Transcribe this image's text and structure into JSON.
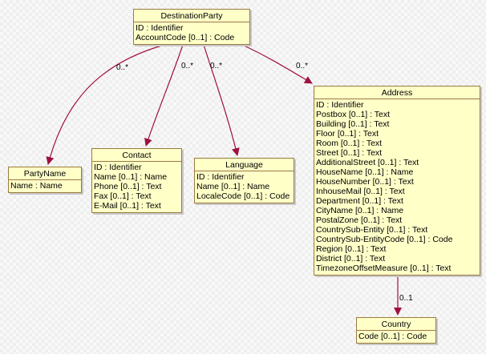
{
  "diagram": {
    "colors": {
      "class_fill": "#ffffc8",
      "class_border": "#9a7a40",
      "edge": "#a01040"
    },
    "classes": [
      {
        "id": "destinationparty",
        "name": "DestinationParty",
        "attributes": [
          "ID : Identifier",
          "AccountCode [0..1] : Code"
        ]
      },
      {
        "id": "partyname",
        "name": "PartyName",
        "attributes": [
          "Name : Name"
        ]
      },
      {
        "id": "contact",
        "name": "Contact",
        "attributes": [
          "ID : Identifier",
          "Name [0..1] : Name",
          "Phone [0..1] : Text",
          "Fax [0..1] : Text",
          "E-Mail [0..1] : Text"
        ]
      },
      {
        "id": "language",
        "name": "Language",
        "attributes": [
          "ID : Identifier",
          "Name [0..1] : Name",
          "LocaleCode [0..1] : Code"
        ]
      },
      {
        "id": "address",
        "name": "Address",
        "attributes": [
          "ID : Identifier",
          "Postbox [0..1] : Text",
          "Building [0..1] : Text",
          "Floor [0..1] : Text",
          "Room [0..1] : Text",
          "Street [0..1] : Text",
          "AdditionalStreet [0..1] : Text",
          "HouseName [0..1] : Name",
          "HouseNumber [0..1] : Text",
          "InhouseMail [0..1] : Text",
          "Department [0..1] : Text",
          "CityName [0..1] : Name",
          "PostalZone [0..1] : Text",
          "CountrySub-Entity [0..1] : Text",
          "CountrySub-EntityCode [0..1] : Code",
          "Region [0..1] : Text",
          "District [0..1] : Text",
          "TimezoneOffsetMeasure [0..1] : Text"
        ]
      },
      {
        "id": "country",
        "name": "Country",
        "attributes": [
          "Code [0..1] : Code"
        ]
      }
    ],
    "associations": [
      {
        "from": "destinationparty",
        "to": "partyname",
        "multiplicity": "0..*"
      },
      {
        "from": "destinationparty",
        "to": "contact",
        "multiplicity": "0..*"
      },
      {
        "from": "destinationparty",
        "to": "language",
        "multiplicity": "0..*"
      },
      {
        "from": "destinationparty",
        "to": "address",
        "multiplicity": "0..*"
      },
      {
        "from": "address",
        "to": "country",
        "multiplicity": "0..1"
      }
    ]
  }
}
